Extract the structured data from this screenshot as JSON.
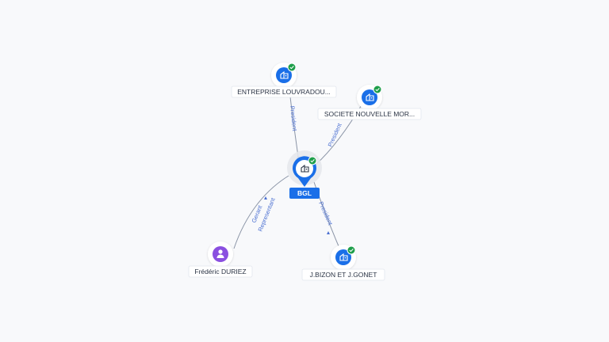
{
  "nodes": {
    "center": {
      "label": "BGL",
      "type": "company",
      "verified": true
    },
    "entreprise": {
      "label": "ENTREPRISE LOUVRADOU...",
      "type": "company",
      "verified": true
    },
    "societe": {
      "label": "SOCIETE NOUVELLE MOR...",
      "type": "company",
      "verified": true
    },
    "bizon": {
      "label": "J.BIZON ET J.GONET",
      "type": "company",
      "verified": true
    },
    "person": {
      "label": "Frédéric DURIEZ",
      "type": "person",
      "verified": false
    }
  },
  "edges": {
    "to_entreprise": {
      "label": "President"
    },
    "to_societe": {
      "label": "President"
    },
    "to_bizon": {
      "label": "President"
    },
    "to_person_1": {
      "label": "Gerant"
    },
    "to_person_2": {
      "label": "Representant"
    }
  },
  "colors": {
    "brand": "#1a6fe8",
    "verified": "#1e9e4a",
    "person": "#8a4fe0",
    "edge": "#8a94a6",
    "edge_label": "#4a6fd1"
  },
  "icons": {
    "company": "building-icon",
    "person": "person-icon",
    "verified": "check-badge-icon"
  }
}
